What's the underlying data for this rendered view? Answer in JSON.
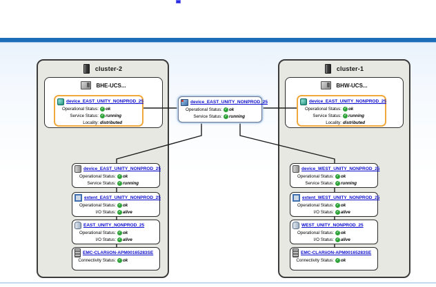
{
  "colors": {
    "top_bar": "#1b6db8",
    "canvas": "#e9f2fc",
    "cluster_fill": "#e8e8e2",
    "highlight_orange": "#f0a83b",
    "link_blue": "#0b0bcd",
    "status_green": "#2fa33a",
    "connector_line": "#1c1c1c"
  },
  "icons": {
    "app_icon": "blue-glyph",
    "cluster_icon": "server-tower",
    "host_icon": "host-server",
    "virtual_volume_icon": "teal-volume",
    "distributed_device_icon": "blue-device",
    "device_icon": "grey-device",
    "extent_icon": "blue-bordered-square",
    "storage_volume_icon": "grey-cylinder",
    "storage_array_icon": "striped-array",
    "status_ok_icon": "green-check"
  },
  "distributed_device": {
    "title": "device_EAST_UNITY_NONPROD_25",
    "props": [
      {
        "label": "Operational Status:",
        "value": "ok"
      },
      {
        "label": "Service Status:",
        "value": "running"
      }
    ]
  },
  "clusters": [
    {
      "name": "cluster-2",
      "host_name": "BHE-UCS...",
      "virtual_volume": {
        "title": "device_EAST_UNITY_NONPROD_25",
        "props": [
          {
            "label": "Operational Status:",
            "value": "ok"
          },
          {
            "label": "Service Status:",
            "value": "running"
          },
          {
            "label": "Locality:",
            "value": "distributed"
          }
        ]
      },
      "chain": [
        {
          "title": "device_EAST_UNITY_NONPROD_25",
          "props": [
            {
              "label": "Operational Status:",
              "value": "ok"
            },
            {
              "label": "Service Status:",
              "value": "running"
            }
          ]
        },
        {
          "title": "extent_EAST_UNITY_NONPROD_25",
          "props": [
            {
              "label": "Operational Status:",
              "value": "ok"
            },
            {
              "label": "I/O Status:",
              "value": "alive"
            }
          ]
        },
        {
          "title": "EAST_UNITY_NONPROD_25",
          "props": [
            {
              "label": "Operational Status:",
              "value": "ok"
            },
            {
              "label": "I/O Status:",
              "value": "alive"
            }
          ]
        },
        {
          "title": "EMC-CLARiiON-APM00165283SE",
          "props": [
            {
              "label": "Connectivity Status:",
              "value": "ok"
            }
          ]
        }
      ]
    },
    {
      "name": "cluster-1",
      "host_name": "BHW-UCS...",
      "virtual_volume": {
        "title": "device_EAST_UNITY_NONPROD_25",
        "props": [
          {
            "label": "Operational Status:",
            "value": "ok"
          },
          {
            "label": "Service Status:",
            "value": "running"
          },
          {
            "label": "Locality:",
            "value": "distributed"
          }
        ]
      },
      "chain": [
        {
          "title": "device_WEST_UNITY_NONPROD_25",
          "props": [
            {
              "label": "Operational Status:",
              "value": "ok"
            },
            {
              "label": "Service Status:",
              "value": "running"
            }
          ]
        },
        {
          "title": "extent_WEST_UNITY_NONPROD_25",
          "props": [
            {
              "label": "Operational Status:",
              "value": "ok"
            },
            {
              "label": "I/O Status:",
              "value": "alive"
            }
          ]
        },
        {
          "title": "WEST_UNITY_NONPROD_25",
          "props": [
            {
              "label": "Operational Status:",
              "value": "ok"
            },
            {
              "label": "I/O Status:",
              "value": "alive"
            }
          ]
        },
        {
          "title": "EMC-CLARiiON-APM00165283SE",
          "props": [
            {
              "label": "Connectivity Status:",
              "value": "ok"
            }
          ]
        }
      ]
    }
  ]
}
